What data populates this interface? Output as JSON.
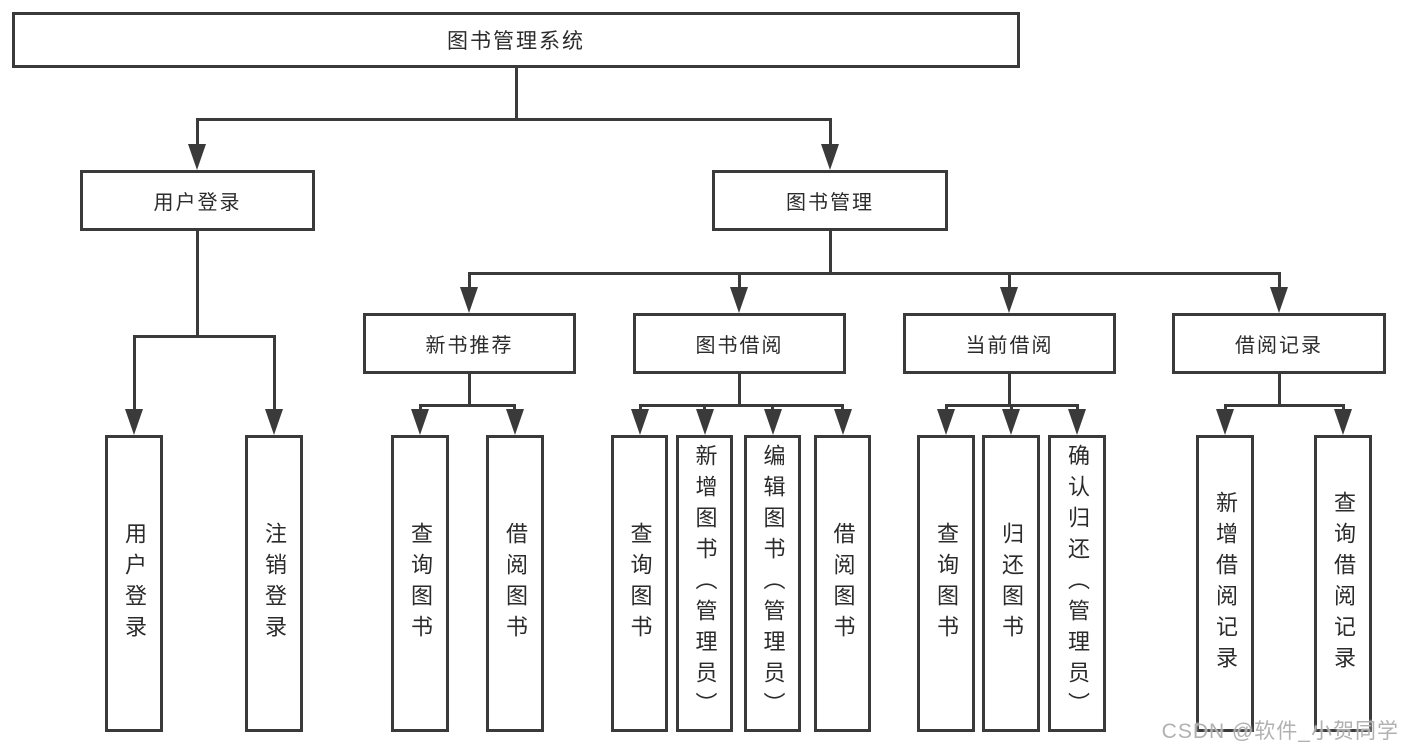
{
  "tree": {
    "root": "图书管理系统",
    "branches": [
      {
        "label": "用户登录",
        "leaves": [
          "用户登录",
          "注销登录"
        ]
      },
      {
        "label": "图书管理",
        "groups": [
          {
            "label": "新书推荐",
            "leaves": [
              "查询图书",
              "借阅图书"
            ]
          },
          {
            "label": "图书借阅",
            "leaves": [
              "查询图书",
              "新增图书（管理员）",
              "编辑图书（管理员）",
              "借阅图书"
            ]
          },
          {
            "label": "当前借阅",
            "leaves": [
              "查询图书",
              "归还图书",
              "确认归还（管理员）"
            ]
          },
          {
            "label": "借阅记录",
            "leaves": [
              "新增借阅记录",
              "查询借阅记录"
            ]
          }
        ]
      }
    ]
  },
  "watermark": {
    "text": "CSDN @软件_小贺同学"
  },
  "colors": {
    "line": "#3a3a3a",
    "box_border": "#3a3a3a",
    "text": "#2b2b2b",
    "watermark": "#adadad",
    "background": "#ffffff"
  }
}
